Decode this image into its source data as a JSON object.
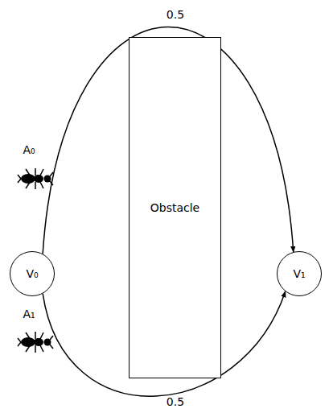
{
  "diagram": {
    "nodes": [
      {
        "text": [
          "V₀"
        ]
      },
      {
        "text": [
          "Obstacle"
        ]
      },
      {
        "text": [
          "V₁"
        ]
      }
    ],
    "edges": [
      {
        "from": 0,
        "to": 2,
        "arrow": "to",
        "label": "0.5"
      },
      {
        "from": 0,
        "to": 2,
        "arrow": "to",
        "label": "0.5"
      }
    ],
    "labels": [
      "A₀",
      "A₁"
    ]
  }
}
